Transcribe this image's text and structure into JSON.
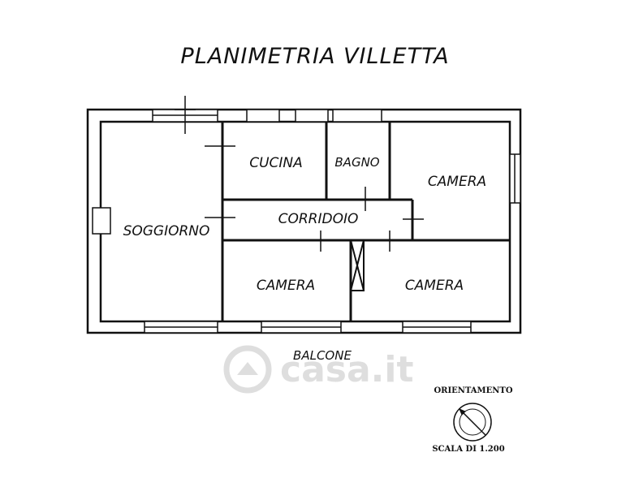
{
  "title": "PLANIMETRIA VILLETTA",
  "rooms": {
    "cucina": "CUCINA",
    "bagno": "BAGNO",
    "camera_ne": "CAMERA",
    "corridoio": "CORRIDOIO",
    "soggiorno": "SOGGIORNO",
    "camera_s": "CAMERA",
    "camera_se": "CAMERA"
  },
  "balcone": "BALCONE",
  "orientamento": "ORIENTAMENTO",
  "scala": "SCALA DI 1.200",
  "watermark": "casa.it",
  "icons": {
    "compass": "compass-icon",
    "watermark_logo": "casa-logo-icon"
  },
  "colors": {
    "ink": "#111111",
    "watermark": "#d9d9d9",
    "background": "#ffffff"
  }
}
